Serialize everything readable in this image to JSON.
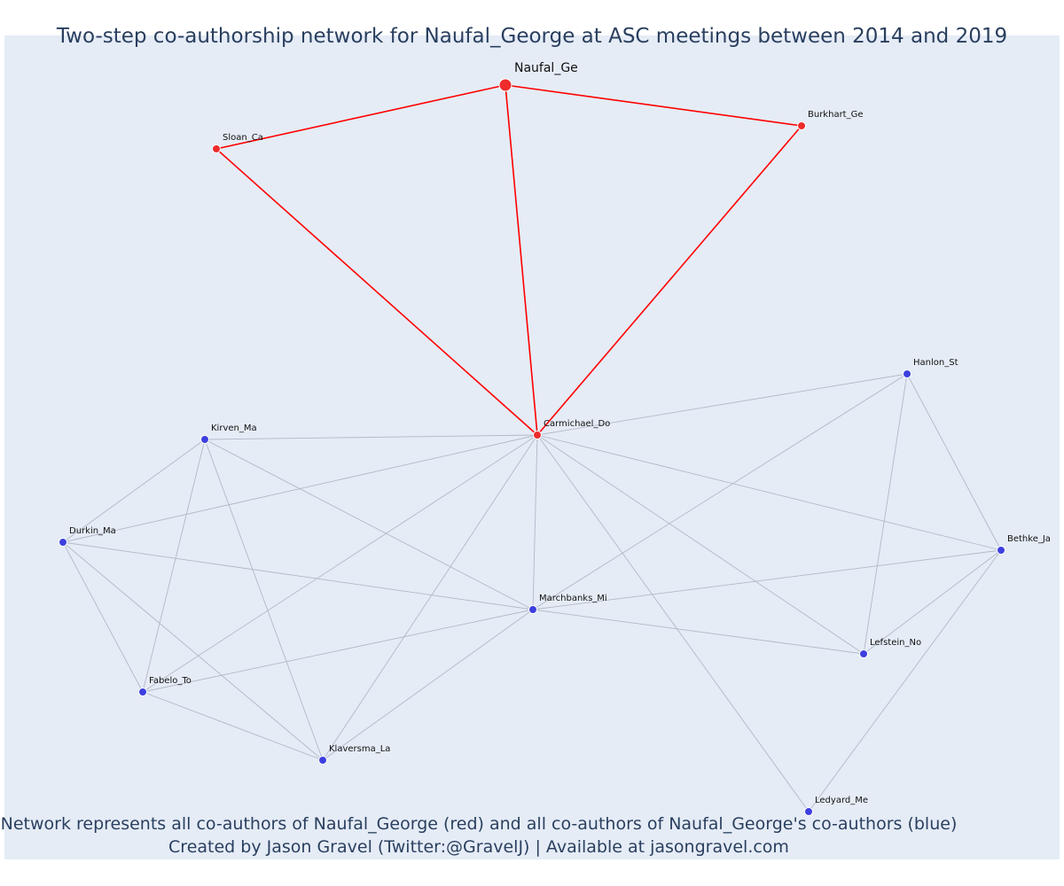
{
  "title": "Two-step co-authorship network for Naufal_George at ASC meetings between 2014 and 2019",
  "footer": {
    "line1": "Network represents all co-authors of Naufal_George (red) and all co-authors of Naufal_George's co-authors (blue)",
    "line2": "Created by Jason Gravel (Twitter:@GravelJ) | Available at jasongravel.com"
  },
  "colors": {
    "background": "#e5ecf6",
    "red_node": "#ef2b2b",
    "blue_node": "#3d3fe0",
    "red_edge": "#ff0000",
    "grey_edge": "#b3b8c8"
  },
  "nodes": [
    {
      "id": "Naufal_Ge",
      "label": "Naufal_Ge",
      "group": "ego"
    },
    {
      "id": "Sloan_Ca",
      "label": "Sloan_Ca",
      "group": "red"
    },
    {
      "id": "Burkhart_Ge",
      "label": "Burkhart_Ge",
      "group": "red"
    },
    {
      "id": "Carmichael_Do",
      "label": "Carmichael_Do",
      "group": "red"
    },
    {
      "id": "Hanlon_St",
      "label": "Hanlon_St",
      "group": "blue"
    },
    {
      "id": "Kirven_Ma",
      "label": "Kirven_Ma",
      "group": "blue"
    },
    {
      "id": "Durkin_Ma",
      "label": "Durkin_Ma",
      "group": "blue"
    },
    {
      "id": "Bethke_Ja",
      "label": "Bethke_Ja",
      "group": "blue"
    },
    {
      "id": "Marchbanks_Mi",
      "label": "Marchbanks_Mi",
      "group": "blue"
    },
    {
      "id": "Lefstein_No",
      "label": "Lefstein_No",
      "group": "blue"
    },
    {
      "id": "Fabelo_To",
      "label": "Fabelo_To",
      "group": "blue"
    },
    {
      "id": "Klaversma_La",
      "label": "Klaversma_La",
      "group": "blue"
    },
    {
      "id": "Ledyard_Me",
      "label": "Ledyard_Me",
      "group": "blue"
    }
  ],
  "edges": [
    [
      "Naufal_Ge",
      "Sloan_Ca",
      "red"
    ],
    [
      "Naufal_Ge",
      "Burkhart_Ge",
      "red"
    ],
    [
      "Naufal_Ge",
      "Carmichael_Do",
      "red"
    ],
    [
      "Sloan_Ca",
      "Carmichael_Do",
      "red"
    ],
    [
      "Burkhart_Ge",
      "Carmichael_Do",
      "red"
    ],
    [
      "Carmichael_Do",
      "Hanlon_St",
      "grey"
    ],
    [
      "Carmichael_Do",
      "Kirven_Ma",
      "grey"
    ],
    [
      "Carmichael_Do",
      "Durkin_Ma",
      "grey"
    ],
    [
      "Carmichael_Do",
      "Bethke_Ja",
      "grey"
    ],
    [
      "Carmichael_Do",
      "Marchbanks_Mi",
      "grey"
    ],
    [
      "Carmichael_Do",
      "Lefstein_No",
      "grey"
    ],
    [
      "Carmichael_Do",
      "Fabelo_To",
      "grey"
    ],
    [
      "Carmichael_Do",
      "Klaversma_La",
      "grey"
    ],
    [
      "Carmichael_Do",
      "Ledyard_Me",
      "grey"
    ],
    [
      "Hanlon_St",
      "Marchbanks_Mi",
      "grey"
    ],
    [
      "Hanlon_St",
      "Bethke_Ja",
      "grey"
    ],
    [
      "Hanlon_St",
      "Lefstein_No",
      "grey"
    ],
    [
      "Kirven_Ma",
      "Durkin_Ma",
      "grey"
    ],
    [
      "Kirven_Ma",
      "Marchbanks_Mi",
      "grey"
    ],
    [
      "Kirven_Ma",
      "Fabelo_To",
      "grey"
    ],
    [
      "Kirven_Ma",
      "Klaversma_La",
      "grey"
    ],
    [
      "Durkin_Ma",
      "Marchbanks_Mi",
      "grey"
    ],
    [
      "Durkin_Ma",
      "Fabelo_To",
      "grey"
    ],
    [
      "Durkin_Ma",
      "Klaversma_La",
      "grey"
    ],
    [
      "Bethke_Ja",
      "Marchbanks_Mi",
      "grey"
    ],
    [
      "Bethke_Ja",
      "Lefstein_No",
      "grey"
    ],
    [
      "Bethke_Ja",
      "Ledyard_Me",
      "grey"
    ],
    [
      "Marchbanks_Mi",
      "Lefstein_No",
      "grey"
    ],
    [
      "Marchbanks_Mi",
      "Fabelo_To",
      "grey"
    ],
    [
      "Marchbanks_Mi",
      "Klaversma_La",
      "grey"
    ],
    [
      "Fabelo_To",
      "Klaversma_La",
      "grey"
    ]
  ]
}
